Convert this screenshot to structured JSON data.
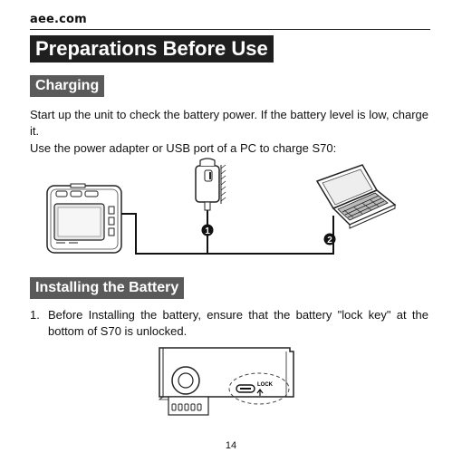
{
  "header": {
    "brand": "aee.com"
  },
  "page_title": "Preparations Before Use",
  "charging": {
    "heading": "Charging",
    "para1": "Start up the unit to check the battery power. If the battery level is low, charge it.",
    "para2": "Use the power adapter or USB port of a PC to charge S70:",
    "callout_1": "1",
    "callout_2": "2"
  },
  "battery": {
    "heading": "Installing the Battery",
    "step_number": "1.",
    "step_text": "Before Installing the battery, ensure that the battery \"lock key\" at the bottom of S70 is unlocked.",
    "lock_label": "LOCK"
  },
  "footer": {
    "page_number": "14"
  }
}
